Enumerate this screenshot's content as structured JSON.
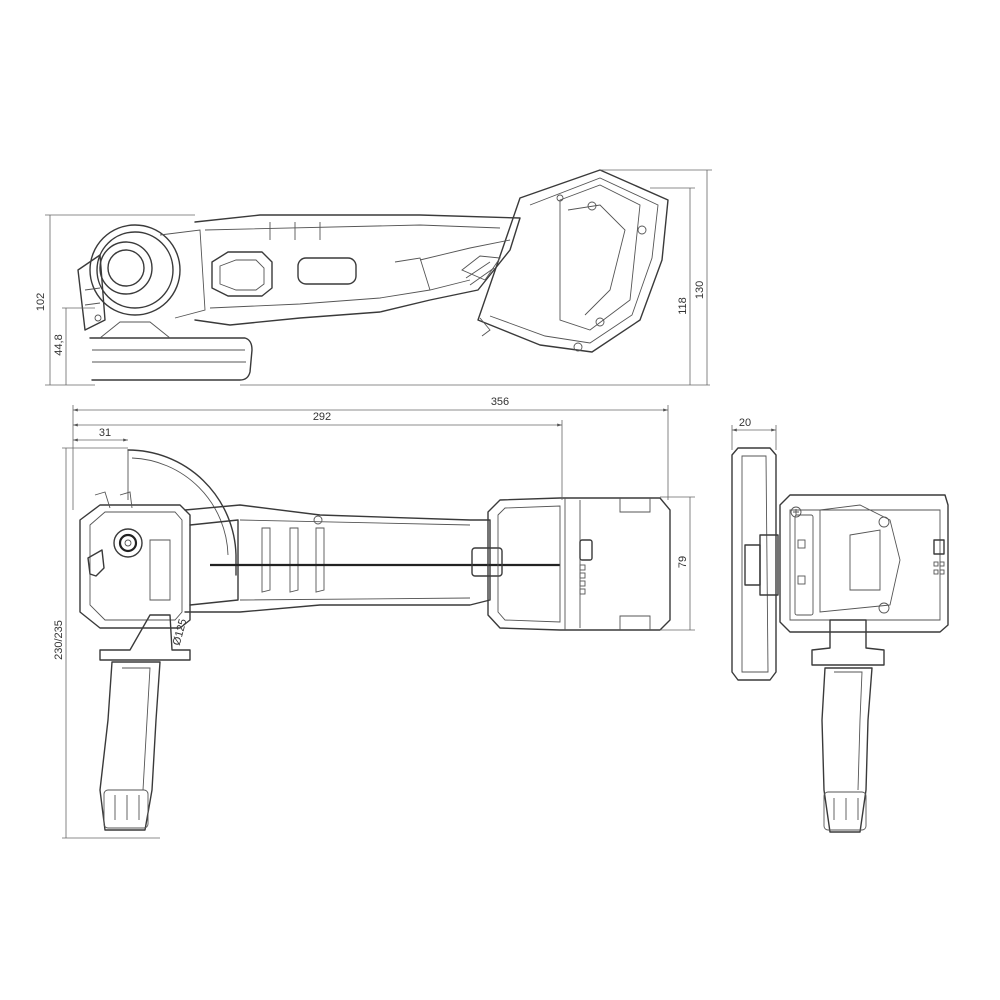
{
  "dimensions": {
    "height_102": "102",
    "height_44_8": "44,8",
    "height_118": "118",
    "height_130": "130",
    "length_356": "356",
    "length_292": "292",
    "length_31": "31",
    "width_79": "79",
    "width_230_235": "230/235",
    "depth_20": "20",
    "disc_dia": "Ø125"
  }
}
